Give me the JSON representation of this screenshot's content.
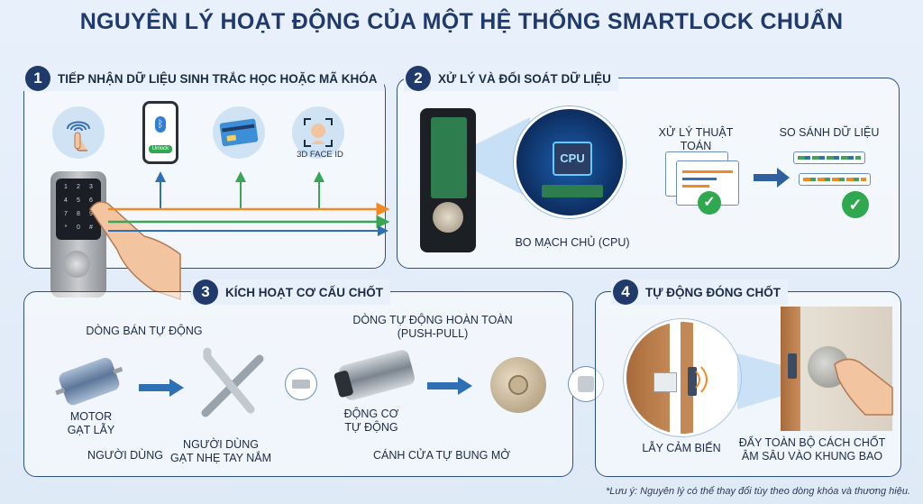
{
  "title": "NGUYÊN LÝ HOẠT ĐỘNG CỦA MỘT HỆ THỐNG SMARTLOCK CHUẨN",
  "steps": [
    {
      "number": "1",
      "label": "TIẾP NHẬN DỮ LIỆU SINH TRẮC HỌC HOẶC MÃ KHÓA"
    },
    {
      "number": "2",
      "label": "XỬ LÝ VÀ ĐỐI SOÁT DỮ LIỆU"
    },
    {
      "number": "3",
      "label": "KÍCH HOẠT CƠ CẤU CHỐT"
    },
    {
      "number": "4",
      "label": "TỰ ĐỘNG ĐÓNG CHỐT"
    }
  ],
  "step1": {
    "phone_button": "Unlock",
    "face_id": "3D FACE ID"
  },
  "step2": {
    "cpu_chip": "CPU",
    "mainboard": "BO MẠCH CHỦ (CPU)",
    "algorithm": "XỬ LÝ THUẬT TOÁN",
    "compare": "SO SÁNH DỮ LIỆU"
  },
  "step3": {
    "semi_auto": "DÒNG BÁN TỰ ĐỘNG",
    "full_auto": "DÒNG TỰ ĐỘNG HOÀN TOÀN\n(PUSH-PULL)",
    "motor": "MOTOR\nGẠT LẪY",
    "user": "NGƯỜI DÙNG",
    "user_press": "NGƯỜI DÙNG\nGẠT NHẸ TAY NẮM",
    "engine": "ĐỘNG CƠ\nTỰ ĐỘNG",
    "door_open": "CÁNH CỬA TỰ BUNG MỞ"
  },
  "step4": {
    "sensor": "LẪY CẢM BIẾN",
    "push": "ĐẨY TOÀN BỘ CÁCH CHỐT\nÂM SÂU VÀO KHUNG BAO"
  },
  "note": "*Lưu ý: Nguyên lý có thể thay đổi tùy theo dòng khóa và thương hiệu.",
  "colors": {
    "navy": "#1f3a6b",
    "arrow_blue": "#2f6fb3",
    "arrow_green": "#3aa655",
    "arrow_orange": "#f08a24",
    "check_green": "#2fa84f"
  },
  "icons": [
    "fingerprint-icon",
    "smartphone-bluetooth-icon",
    "card-icon",
    "face-id-icon",
    "cpu-icon",
    "check-icon",
    "motor-icon",
    "lever-icon",
    "deadbolt-icon",
    "sensor-wave-icon"
  ]
}
